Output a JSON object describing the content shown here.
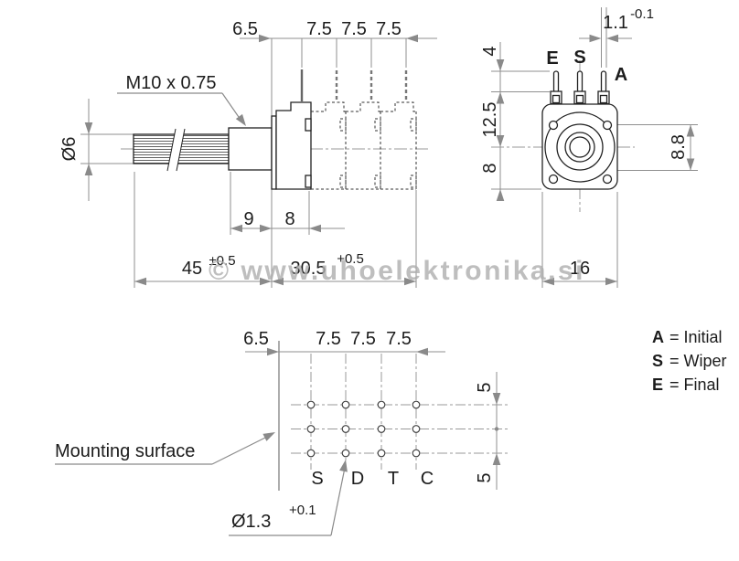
{
  "watermark": "© www.uhoelektronika.si",
  "side_view": {
    "thread_label": "M10 x 0.75",
    "shaft_diameter": "Ø6",
    "dims_top": [
      "6.5",
      "7.5",
      "7.5",
      "7.5"
    ],
    "dim_9": "9",
    "dim_8": "8",
    "dim_45": "45",
    "dim_45_tol": "±0.5",
    "dim_30_5": "30.5",
    "dim_30_5_tol": "+0.5"
  },
  "front_view": {
    "pin_e": "E",
    "pin_s": "S",
    "pin_a": "A",
    "dim_1_1": "1.1",
    "dim_1_1_tol": "-0.1",
    "dim_4": "4",
    "dim_12_5": "12.5",
    "dim_8": "8",
    "dim_8_8": "8.8",
    "dim_16": "16"
  },
  "bottom_view": {
    "dims_top": [
      "6.5",
      "7.5",
      "7.5",
      "7.5"
    ],
    "pin_columns": [
      "S",
      "D",
      "T",
      "C"
    ],
    "dim_5_top": "5",
    "dim_5_bottom": "5",
    "mounting_surface_label": "Mounting surface",
    "hole_diameter": "Ø1.3",
    "hole_diameter_tol": "+0.1"
  },
  "legend": [
    {
      "key": "A",
      "rest": "= Initial"
    },
    {
      "key": "S",
      "rest": "= Wiper"
    },
    {
      "key": "E",
      "rest": "= Final"
    }
  ],
  "colors": {
    "outline": "#222222",
    "dimension": "#8f8f8f",
    "watermark": "#aeaeae"
  }
}
